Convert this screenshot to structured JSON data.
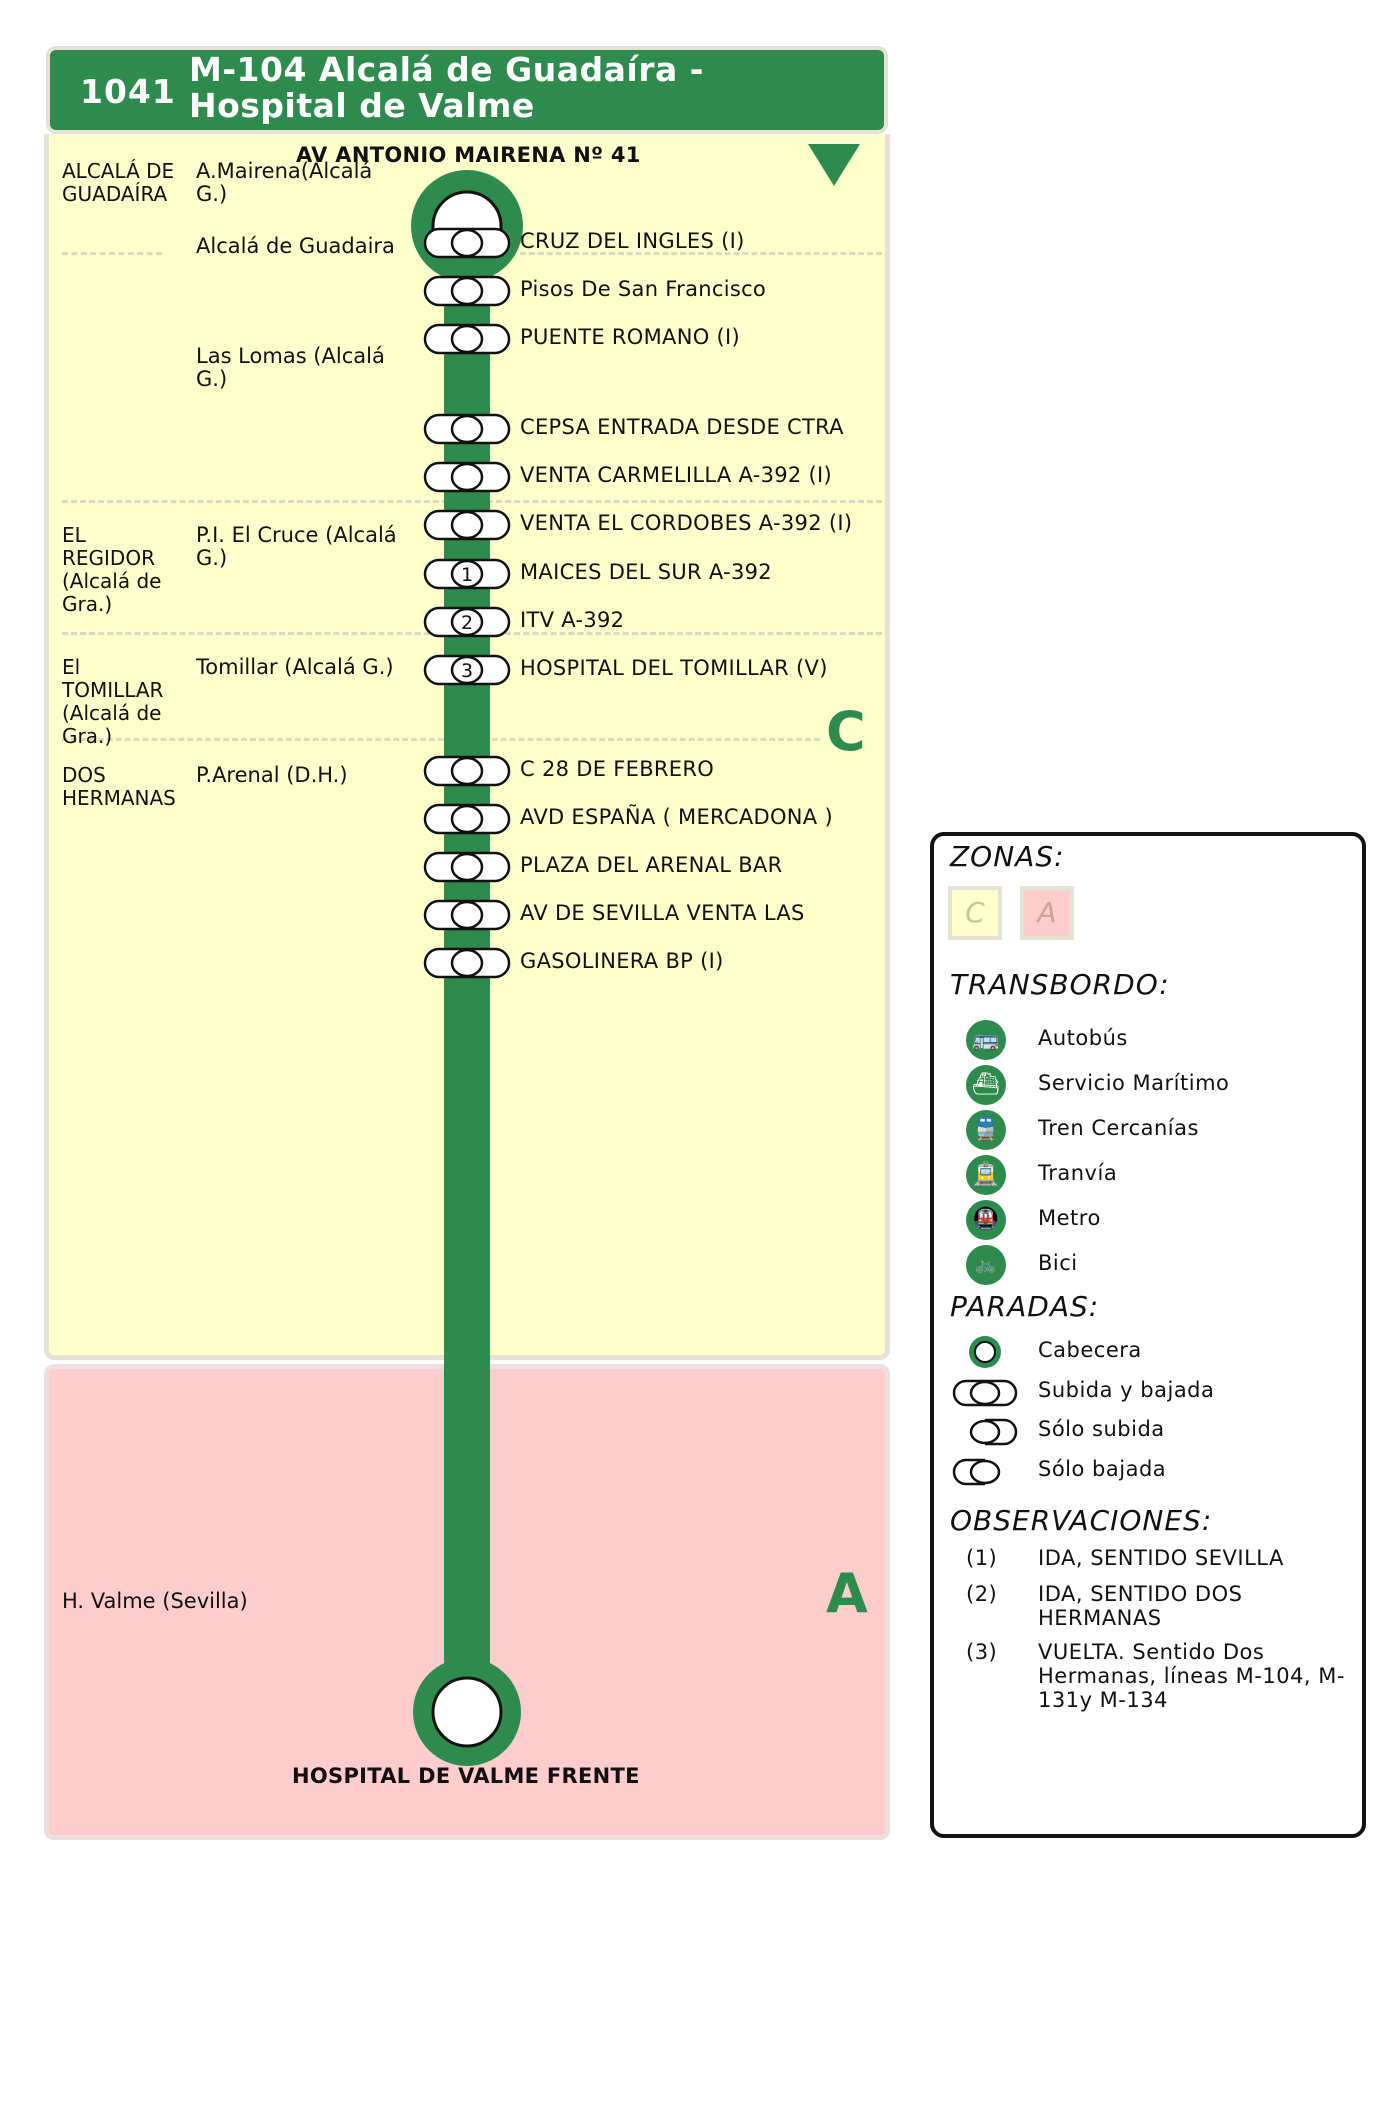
{
  "header": {
    "code": "1041",
    "title": "M-104  Alcalá de Guadaíra - Hospital de Valme"
  },
  "route": {
    "origin": "AV ANTONIO MAIRENA Nº 41",
    "destination": "HOSPITAL DE VALME FRENTE",
    "color": "#2e8b4e",
    "municipalities": [
      "ALCALÁ DE GUADAÍRA",
      "EL REGIDOR (Alcalá de Gra.)",
      "El TOMILLAR (Alcalá de Gra.)",
      "DOS HERMANAS"
    ],
    "areas": [
      "A.Mairena(Alcalá G.)",
      "Alcalá de Guadaira",
      "Las Lomas (Alcalá G.)",
      "P.I. El Cruce (Alcalá G.)",
      "Tomillar (Alcalá G.)",
      "P.Arenal (D.H.)",
      "H. Valme (Sevilla)"
    ],
    "stops": [
      {
        "name": "CRUZ DEL INGLES (I)",
        "note": ""
      },
      {
        "name": "Pisos De San Francisco",
        "note": ""
      },
      {
        "name": "PUENTE ROMANO (I)",
        "note": ""
      },
      {
        "name": "CEPSA ENTRADA DESDE CTRA",
        "note": ""
      },
      {
        "name": "VENTA CARMELILLA A-392 (I)",
        "note": ""
      },
      {
        "name": "VENTA EL CORDOBES A-392 (I)",
        "note": ""
      },
      {
        "name": "MAICES DEL SUR A-392",
        "note": "1"
      },
      {
        "name": "ITV A-392",
        "note": "2"
      },
      {
        "name": "HOSPITAL DEL TOMILLAR (V)",
        "note": "3"
      },
      {
        "name": "C 28 DE FEBRERO",
        "note": ""
      },
      {
        "name": "AVD ESPAÑA ( MERCADONA )",
        "note": ""
      },
      {
        "name": "PLAZA DEL ARENAL BAR",
        "note": ""
      },
      {
        "name": "AV DE SEVILLA VENTA LAS",
        "note": ""
      },
      {
        "name": "GASOLINERA BP (I)",
        "note": ""
      }
    ]
  },
  "zones": {
    "c": "C",
    "a": "A",
    "c_color": "#ffffcc",
    "a_color": "#ffcccc"
  },
  "legend": {
    "zonas_title": "ZONAS:",
    "zone_c": "C",
    "zone_a": "A",
    "transbordo_title": "TRANSBORDO:",
    "transbordo": [
      {
        "label": "Autobús",
        "icon": "bus-icon"
      },
      {
        "label": "Servicio Marítimo",
        "icon": "ferry-icon"
      },
      {
        "label": "Tren Cercanías",
        "icon": "train-icon"
      },
      {
        "label": "Tranvía",
        "icon": "tram-icon"
      },
      {
        "label": "Metro",
        "icon": "metro-icon"
      },
      {
        "label": "Bici",
        "icon": "bike-icon"
      }
    ],
    "paradas_title": "PARADAS:",
    "paradas": [
      "Cabecera",
      "Subida y bajada",
      "Sólo subida",
      "Sólo bajada"
    ],
    "observaciones_title": "OBSERVACIONES:",
    "observaciones": [
      {
        "num": "(1)",
        "text": "IDA, SENTIDO SEVILLA"
      },
      {
        "num": "(2)",
        "text": "IDA, SENTIDO DOS HERMANAS"
      },
      {
        "num": "(3)",
        "text": "VUELTA. Sentido Dos Hermanas, líneas M-104, M-131y M-134"
      }
    ]
  }
}
